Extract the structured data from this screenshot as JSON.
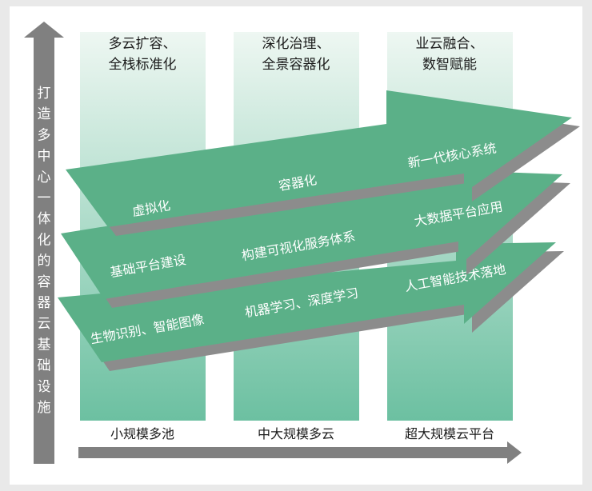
{
  "colors": {
    "background": "#e9e9e9",
    "panel": "#ffffff",
    "axis_gray": "#808080",
    "band_green": "#5bb088",
    "band_shadow": "#8c8c8c",
    "column_top": "#eef7f2",
    "column_bottom": "#6cc0a1"
  },
  "vertical_axis": {
    "label": [
      "打",
      "造",
      "多",
      "中",
      "心",
      "一",
      "体",
      "化",
      "的",
      "容",
      "器",
      "云",
      "基",
      "础",
      "设",
      "施"
    ]
  },
  "columns": [
    {
      "heading": [
        "多云扩容、",
        "全栈标准化"
      ],
      "footer": "小规模多池"
    },
    {
      "heading": [
        "深化治理、",
        "全景容器化"
      ],
      "footer": "中大规模多云"
    },
    {
      "heading": [
        "业云融合、",
        "数智赋能"
      ],
      "footer": "超大规模云平台"
    }
  ],
  "bands": [
    {
      "items": [
        "虚拟化",
        "容器化",
        "新一代核心系统"
      ]
    },
    {
      "items": [
        "基础平台建设",
        "构建可视化服务体系",
        "大数据平台应用"
      ]
    },
    {
      "items": [
        "生物识别、智能图像",
        "机器学习、深度学习",
        "人工智能技术落地"
      ]
    }
  ]
}
